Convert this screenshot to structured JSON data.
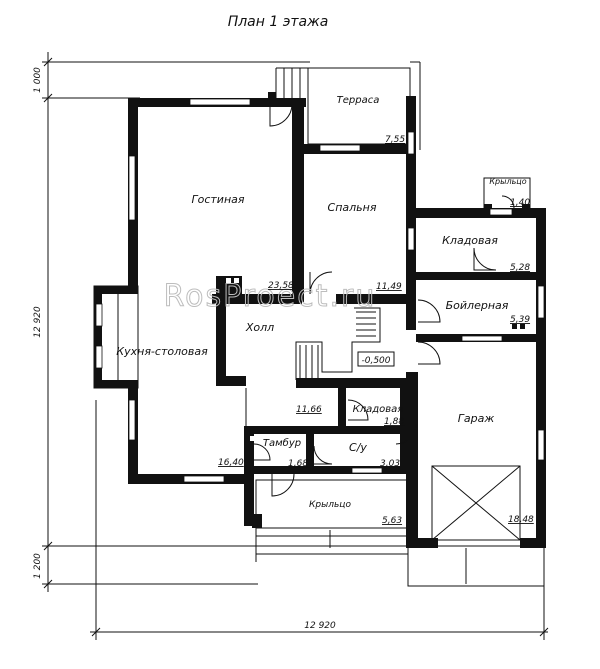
{
  "title": "План 1 этажа",
  "watermark": "RosProect.ru",
  "rooms": {
    "terrace": {
      "name": "Терраса",
      "area": "7,55"
    },
    "living": {
      "name": "Гостиная",
      "area": "23,58"
    },
    "bedroom": {
      "name": "Спальня",
      "area": "11,49"
    },
    "porch_top": {
      "name": "Крыльцо",
      "area": "1,40"
    },
    "storage1": {
      "name": "Кладовая",
      "area": "5,28"
    },
    "boiler": {
      "name": "Бойлерная",
      "area": "5,39"
    },
    "hall": {
      "name": "Холл",
      "area": "11,66"
    },
    "kitchen": {
      "name": "Кухня-столовая",
      "area": "16,40"
    },
    "storage2": {
      "name": "Кладовая",
      "area": "1,88"
    },
    "vestibule": {
      "name": "Тамбур",
      "area": "1,68"
    },
    "wc": {
      "name": "С/у",
      "area": "3,03"
    },
    "garage": {
      "name": "Гараж",
      "area": "18,48"
    },
    "porch": {
      "name": "Крыльцо",
      "area": "5,63"
    }
  },
  "level_mark": "-0,500",
  "dimensions": {
    "left_total": "12 920",
    "left_top": "1 000",
    "left_bottom": "1 200",
    "bottom_total": "12 920"
  }
}
